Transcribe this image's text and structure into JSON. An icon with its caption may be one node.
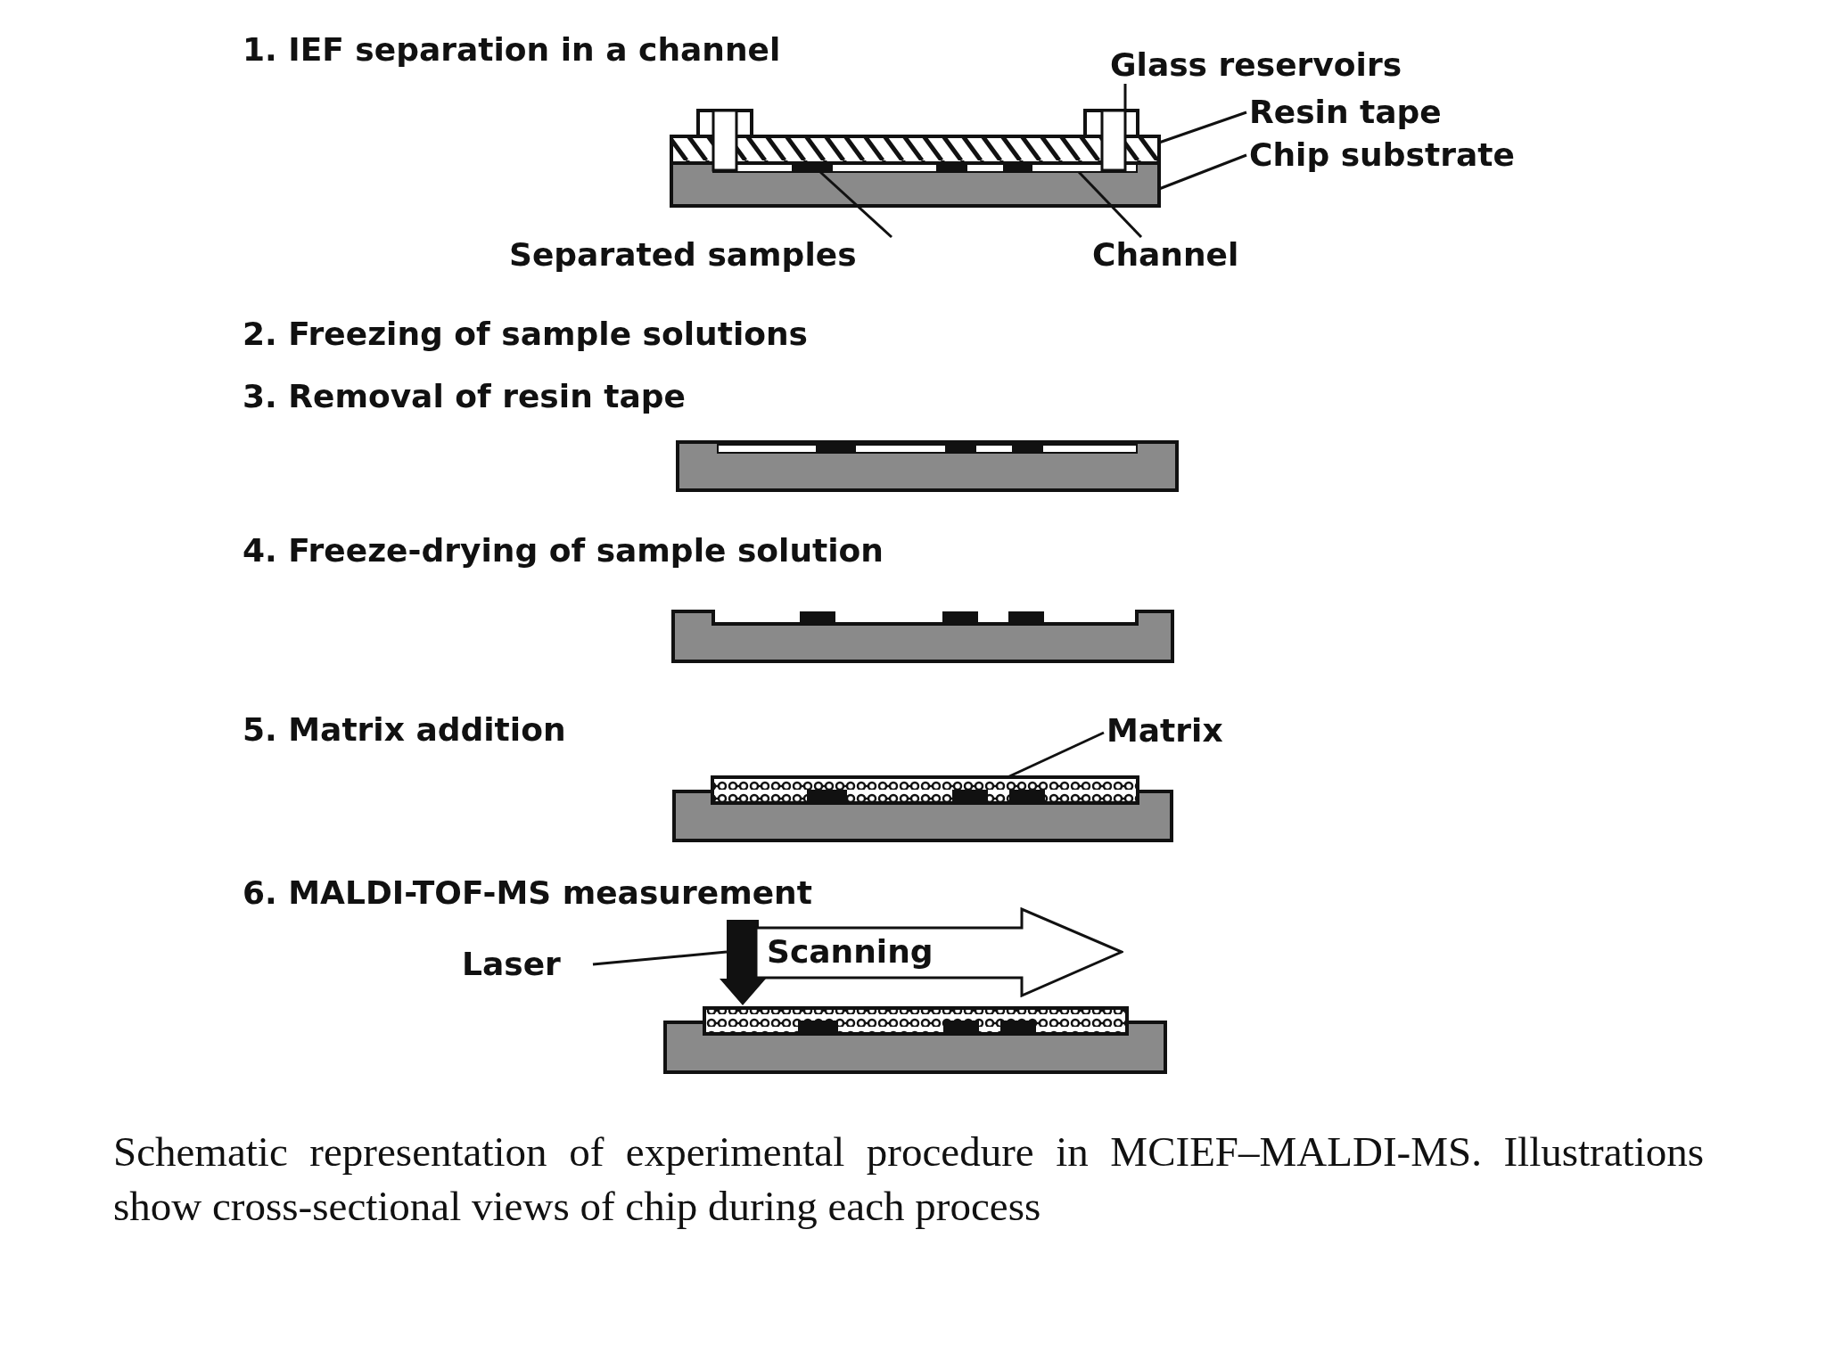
{
  "diagram": {
    "caption": "Schematic representation of experimental procedure in MCIEF–MALDI-MS. Illustrations show cross-sectional views of chip during each process",
    "nodes": [
      {
        "text": [
          "Glass reservoirs"
        ]
      },
      {
        "text": [],
        "shape": "box"
      },
      {
        "text": [
          "Resin tape"
        ]
      },
      {
        "text": [],
        "shape": "bar"
      },
      {
        "text": [
          "Chip substrate"
        ]
      },
      {
        "text": [],
        "shape": "bar"
      },
      {
        "text": [
          "Separated samples"
        ]
      },
      {
        "text": [],
        "shape": "bar",
        "in": 9
      },
      {
        "text": [
          "Channel"
        ]
      },
      {
        "text": [],
        "shape": "bar",
        "in": 5
      },
      {
        "text": [
          "Matrix"
        ]
      },
      {
        "text": [],
        "shape": "bar"
      },
      {
        "text": [
          "Laser"
        ]
      },
      {
        "text": [],
        "shape": "arrow"
      },
      {
        "text": [
          "Scanning"
        ]
      }
    ],
    "edges": [
      {
        "from": 0,
        "to": 1,
        "arrow": "none"
      },
      {
        "from": 2,
        "to": 3,
        "arrow": "none"
      },
      {
        "from": 4,
        "to": 5,
        "arrow": "none"
      },
      {
        "from": 6,
        "to": 7,
        "arrow": "none"
      },
      {
        "from": 8,
        "to": 9,
        "arrow": "none"
      },
      {
        "from": 10,
        "to": 11,
        "arrow": "none"
      },
      {
        "from": 12,
        "to": 13,
        "arrow": "none"
      }
    ],
    "labels": [
      "1. IEF separation in a channel",
      "2. Freezing of sample solutions",
      "3. Removal of resin tape",
      "4. Freeze-drying of sample solution",
      "5. Matrix addition",
      "6. MALDI-TOF-MS measurement"
    ]
  }
}
